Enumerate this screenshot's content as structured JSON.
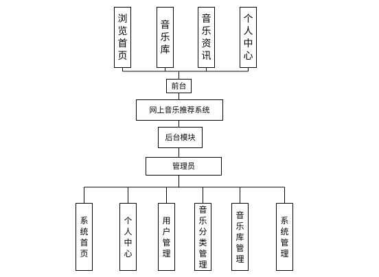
{
  "top_nodes": [
    {
      "label": "浏览首页"
    },
    {
      "label": "音乐库"
    },
    {
      "label": "音乐资讯"
    },
    {
      "label": "个人中心"
    }
  ],
  "center_nodes": [
    {
      "label": "前台"
    },
    {
      "label": "网上音乐推荐系统"
    },
    {
      "label": "后台模块"
    },
    {
      "label": "管理员"
    }
  ],
  "bottom_nodes": [
    {
      "label": "系统首页"
    },
    {
      "label": "个人中心"
    },
    {
      "label": "用户管理"
    },
    {
      "label": "音乐分类管理"
    },
    {
      "label": "音乐库管理"
    },
    {
      "label": "系统管理"
    }
  ]
}
